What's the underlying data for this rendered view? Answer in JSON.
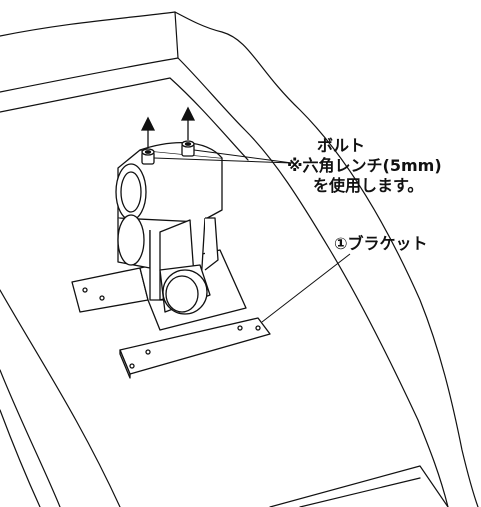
{
  "labels": {
    "bolt_name": "ボルト",
    "bolt_tool": "※六角レンチ(5mm)",
    "bolt_use": "を使用します。",
    "bracket": "①ブラケット"
  },
  "colors": {
    "line": "#111111",
    "background": "#ffffff"
  }
}
